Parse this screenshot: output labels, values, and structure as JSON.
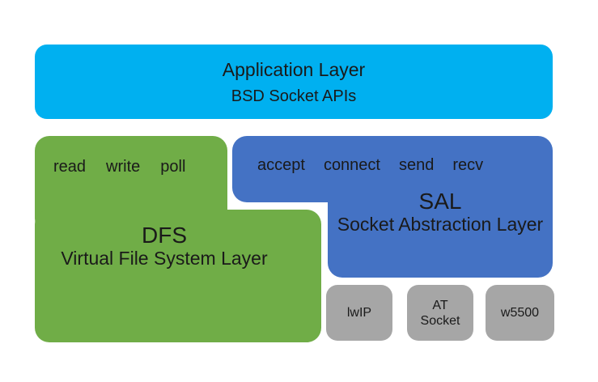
{
  "colors": {
    "app_layer": "#00b0f0",
    "dfs_layer": "#70ad47",
    "sal_layer": "#4472c4",
    "impl_box": "#a6a6a6",
    "text": "#1a1a1a",
    "background": "#ffffff"
  },
  "app_layer": {
    "title": "Application Layer",
    "subtitle": "BSD Socket APIs"
  },
  "dfs_layer": {
    "apis": [
      "read",
      "write",
      "poll"
    ],
    "abbr": "DFS",
    "name": "Virtual File System Layer"
  },
  "sal_layer": {
    "apis": [
      "accept",
      "connect",
      "send",
      "recv"
    ],
    "abbr": "SAL",
    "name": "Socket Abstraction Layer"
  },
  "implementations": [
    {
      "label": "lwIP"
    },
    {
      "label": "AT Socket"
    },
    {
      "label": "w5500"
    }
  ]
}
